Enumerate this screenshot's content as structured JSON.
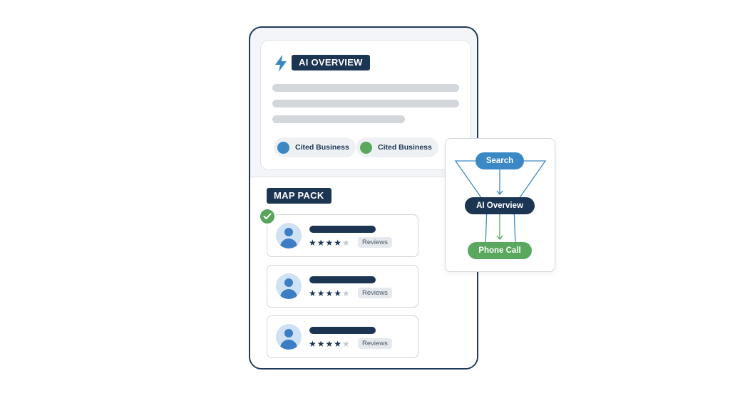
{
  "ai_overview": {
    "label": "AI OVERVIEW",
    "icon": "lightning-bolt-icon",
    "cited": [
      {
        "label": "Cited Business",
        "color": "#3a88c6"
      },
      {
        "label": "Cited Business",
        "color": "#5aa75e"
      }
    ]
  },
  "map_pack": {
    "label": "MAP PACK",
    "listings": [
      {
        "rating": 4,
        "max": 5,
        "reviews_label": "Reviews",
        "verified": true
      },
      {
        "rating": 4,
        "max": 5,
        "reviews_label": "Reviews",
        "verified": false
      },
      {
        "rating": 4,
        "max": 5,
        "reviews_label": "Reviews",
        "verified": false
      }
    ]
  },
  "funnel": {
    "steps": [
      "Search",
      "AI Overview",
      "Phone Call"
    ]
  },
  "colors": {
    "navy": "#1c3553",
    "blue": "#3a88c6",
    "green": "#5aa75e"
  }
}
